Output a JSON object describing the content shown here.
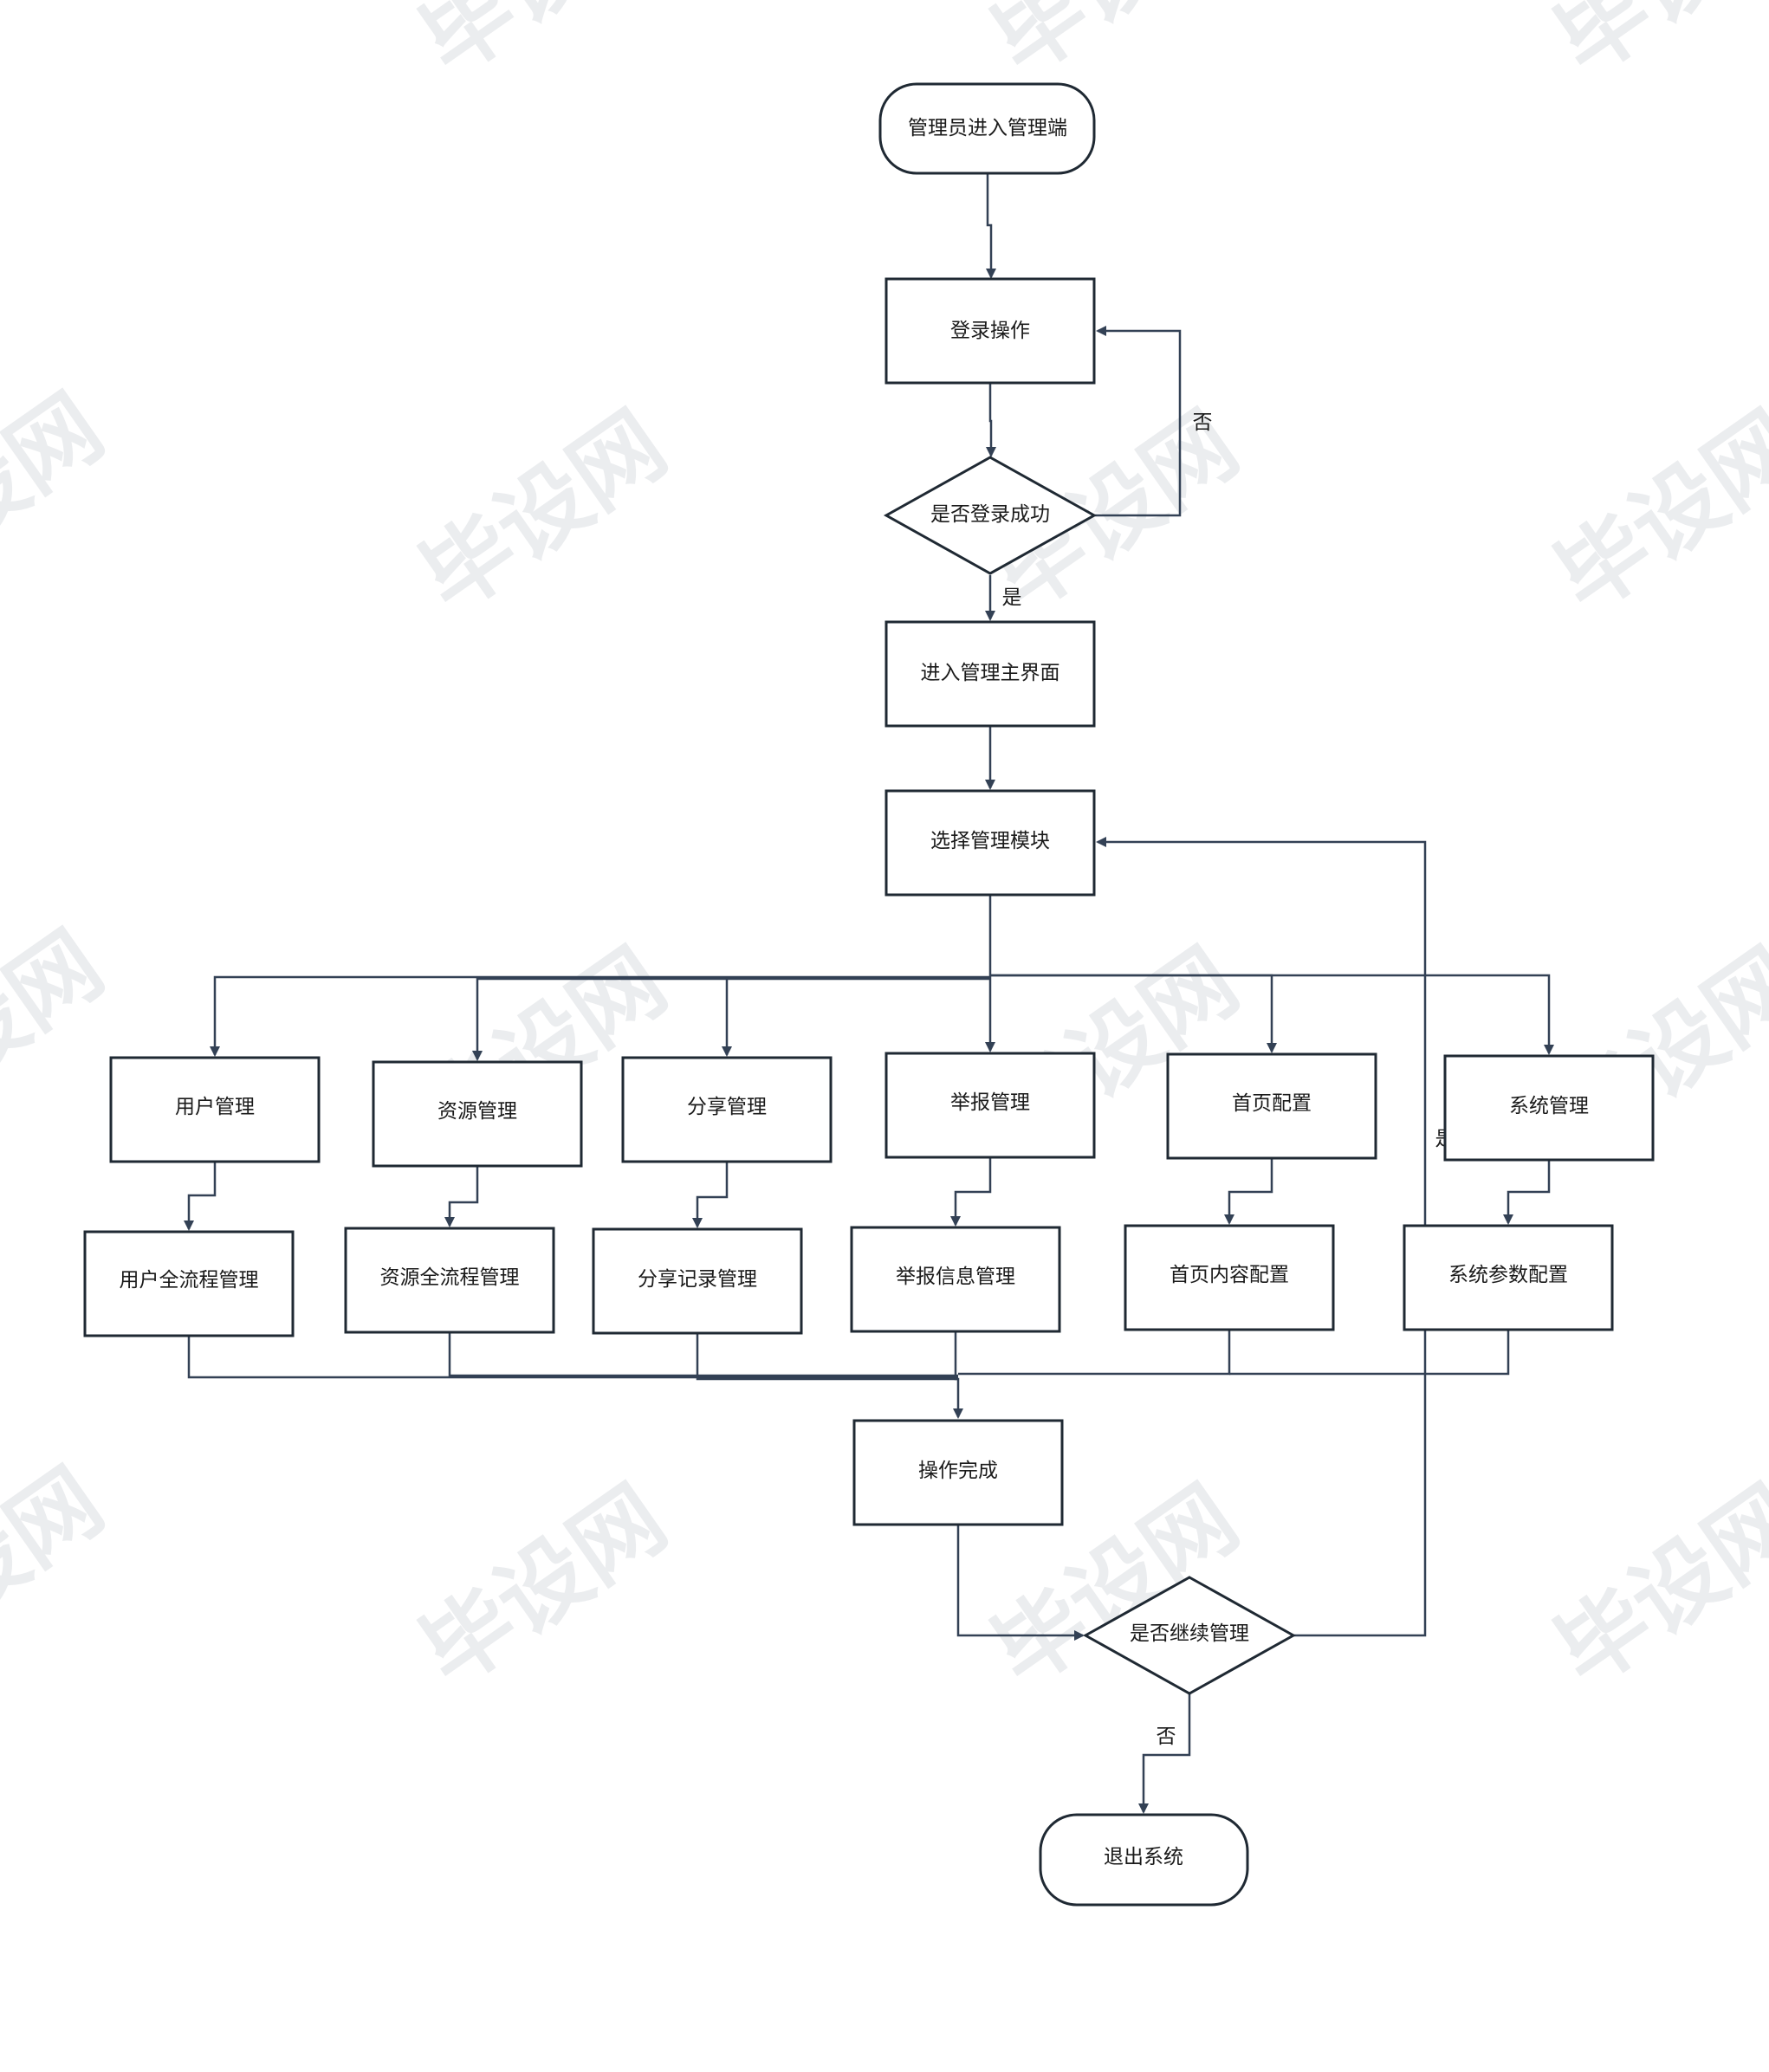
{
  "watermark_text": "毕设网",
  "nodes": {
    "start": "管理员进入管理端",
    "login": "登录操作",
    "login_check": "是否登录成功",
    "main_ui": "进入管理主界面",
    "select_module": "选择管理模块",
    "user_mgmt": "用户管理",
    "resource_mgmt": "资源管理",
    "share_mgmt": "分享管理",
    "report_mgmt": "举报管理",
    "home_config": "首页配置",
    "system_mgmt": "系统管理",
    "user_flow_mgmt": "用户全流程管理",
    "resource_flow_mgmt": "资源全流程管理",
    "share_record_mgmt": "分享记录管理",
    "report_info_mgmt": "举报信息管理",
    "home_content_config": "首页内容配置",
    "system_param_config": "系统参数配置",
    "op_done": "操作完成",
    "continue_check": "是否继续管理",
    "exit": "退出系统"
  },
  "edge_labels": {
    "login_no": "否",
    "login_yes": "是",
    "continue_yes": "是",
    "continue_no": "否"
  }
}
